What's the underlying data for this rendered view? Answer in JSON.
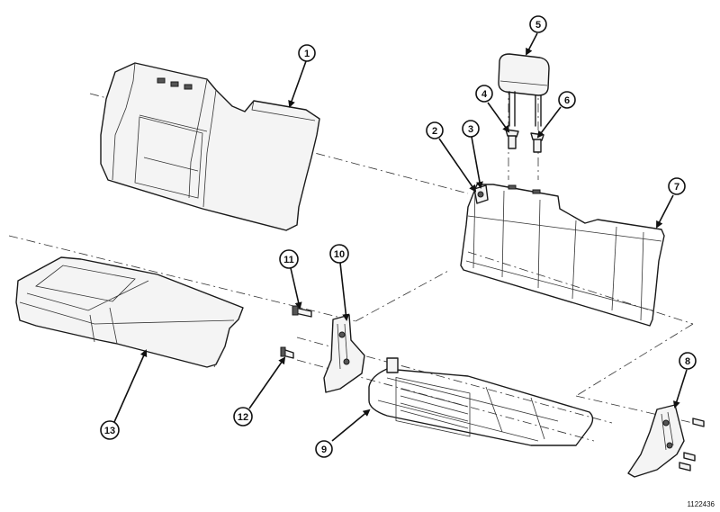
{
  "figure_id": "1122436",
  "callouts": [
    {
      "n": "1"
    },
    {
      "n": "2"
    },
    {
      "n": "3"
    },
    {
      "n": "4"
    },
    {
      "n": "5"
    },
    {
      "n": "6"
    },
    {
      "n": "7"
    },
    {
      "n": "8"
    },
    {
      "n": "9"
    },
    {
      "n": "10"
    },
    {
      "n": "11"
    },
    {
      "n": "12"
    },
    {
      "n": "13"
    }
  ]
}
